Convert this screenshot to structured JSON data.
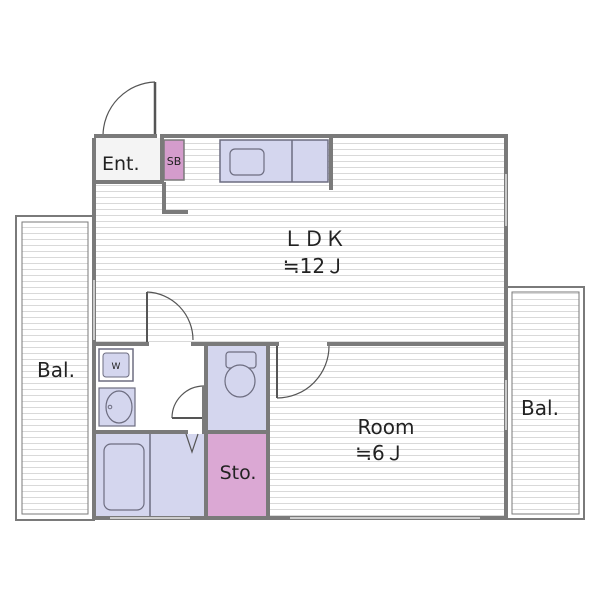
{
  "rooms": {
    "entrance": "Ent.",
    "shoe_box": "SB",
    "ldk_name": "ＬＤＫ",
    "ldk_size": "≒12Ｊ",
    "room_name": "Room",
    "room_size": "≒6Ｊ",
    "storage": "Sto.",
    "balcony_left": "Bal.",
    "balcony_right": "Bal.",
    "washer": "W"
  },
  "colors": {
    "wall": "#7a7a7a",
    "floor_lines": "#d9d9d9",
    "fixture_fill": "#d4d6ee",
    "storage_fill": "#dba8d4",
    "shoe_box_fill": "#d49ccc"
  }
}
